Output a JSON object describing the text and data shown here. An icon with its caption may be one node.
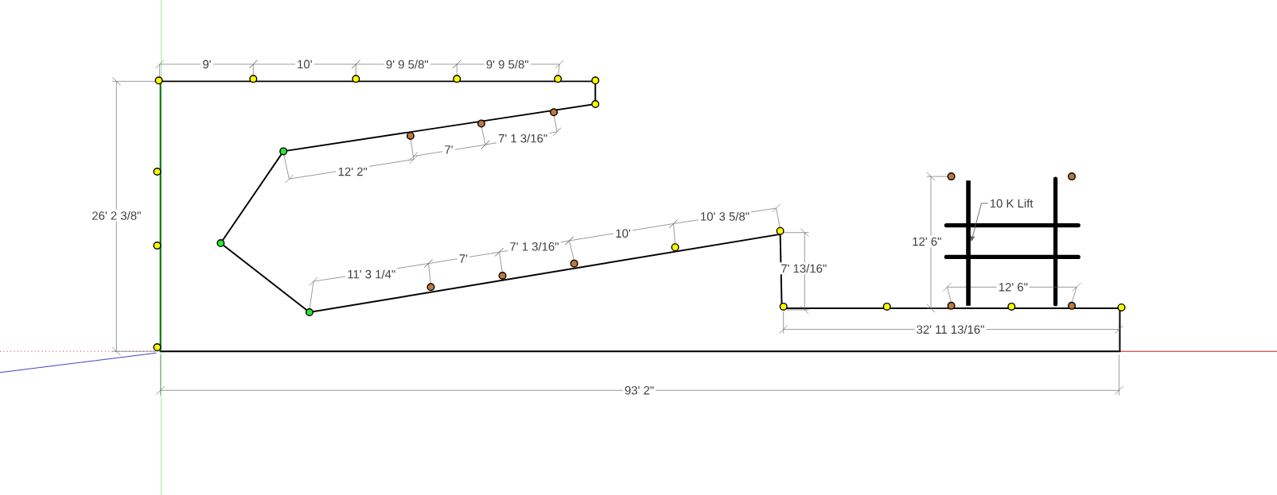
{
  "diagram": {
    "nodes": [
      {
        "text": [
          "10 K Lift"
        ]
      },
      {
        "text": [],
        "shape": "bar"
      }
    ],
    "edges": [
      {
        "from": 0,
        "to": 1,
        "arrow": "to"
      }
    ],
    "labels": [
      "9'",
      "10'",
      "9' 9 5/8\"",
      "9' 9 5/8\"",
      "26' 2 3/8\"",
      "12' 2\"",
      "7'",
      "7' 1 3/16\"",
      "11' 3 1/4\"",
      "7'",
      "7' 1 3/16\"",
      "10'",
      "10' 3 5/8\"",
      "7' 13/16\"",
      "12' 6\"",
      "12' 6\"",
      "32' 11 13/16\"",
      "93' 2\""
    ]
  }
}
